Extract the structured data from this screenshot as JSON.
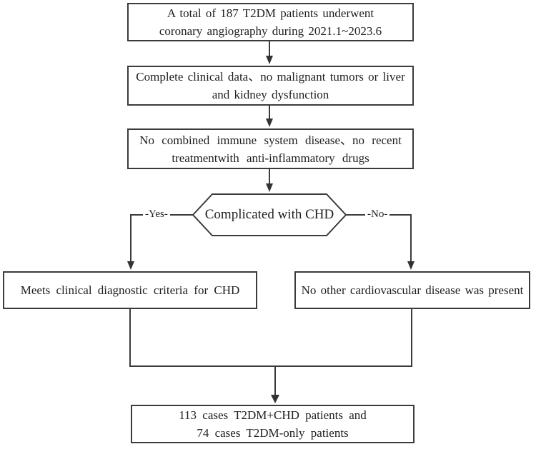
{
  "flowchart": {
    "nodes": {
      "enrollment": {
        "line1": "A total of 187 T2DM patients underwent",
        "line2": "coronary angiography during 2021.1~2023.6"
      },
      "inclusion": {
        "line1": "Complete clinical data、no malignant tumors or liver",
        "line2": "and kidney dysfunction"
      },
      "exclusion": {
        "line1": "No combined immune system disease、no recent",
        "line2": "treatmentwith anti-inflammatory drugs"
      },
      "decision": {
        "label": "Complicated with CHD"
      },
      "yes_outcome": {
        "label": "Meets clinical diagnostic criteria for CHD"
      },
      "no_outcome": {
        "label": "No other cardiovascular disease was present"
      },
      "result": {
        "line1": "113 cases T2DM+CHD patients and",
        "line2": "74 cases T2DM-only patients"
      }
    },
    "edge_labels": {
      "yes": "-Yes-",
      "no": "-No-"
    },
    "colors": {
      "line": "#3b3b3b",
      "text": "#1f1f1f",
      "background": "#ffffff",
      "node_fill": "#ffffff"
    }
  }
}
